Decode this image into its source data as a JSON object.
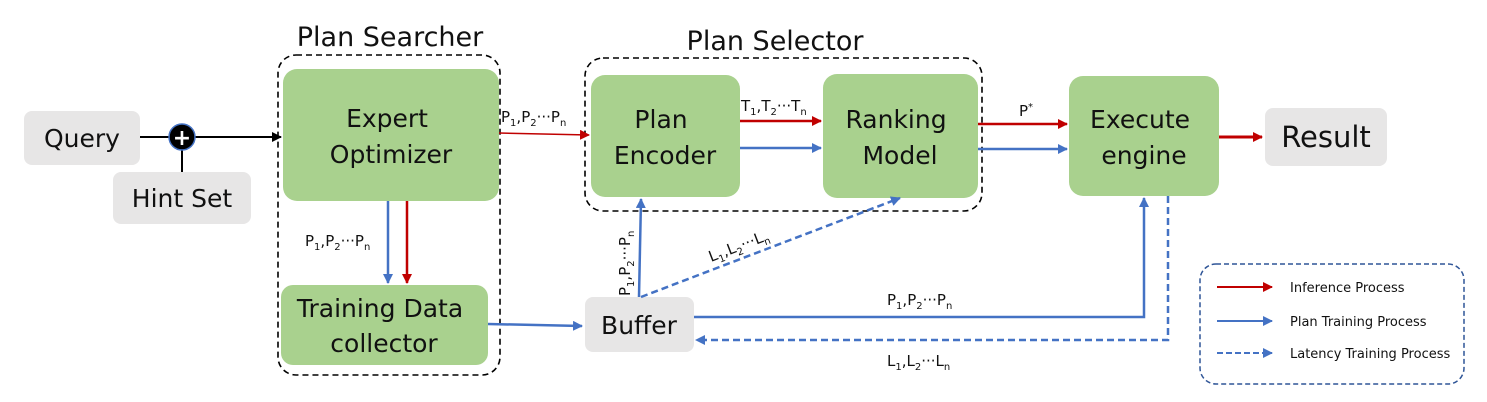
{
  "colors": {
    "green": "#a9d18e",
    "gray": "#e7e6e6",
    "red": "#c00000",
    "blue": "#4472c4",
    "black": "#000000"
  },
  "groups": {
    "searcher": "Plan Searcher",
    "selector": "Plan Selector"
  },
  "nodes": {
    "query": "Query",
    "hint_set": "Hint Set",
    "expert": [
      "Expert",
      "Optimizer"
    ],
    "collector": [
      "Training Data",
      "collector"
    ],
    "encoder": [
      "Plan",
      "Encoder"
    ],
    "ranking": [
      "Ranking",
      "Model"
    ],
    "execute": [
      "Execute",
      "engine"
    ],
    "buffer": "Buffer",
    "result": "Result",
    "plus": "+"
  },
  "edge_labels": {
    "plans": {
      "a": "P",
      "a_sub": "1",
      "b": ",P",
      "b_sub": "2",
      "c": "···P",
      "c_sub": "n"
    },
    "trees": {
      "a": "T",
      "a_sub": "1",
      "b": ",T",
      "b_sub": "2",
      "c": "···T",
      "c_sub": "n"
    },
    "latency": {
      "a": "L",
      "a_sub": "1",
      "b": ",L",
      "b_sub": "2",
      "c": "···L",
      "c_sub": "n"
    },
    "best": {
      "a": "P",
      "sup": "*"
    }
  },
  "legend": {
    "inference": "Inference Process",
    "plan_training": "Plan Training Process",
    "latency_training": "Latency Training Process"
  }
}
